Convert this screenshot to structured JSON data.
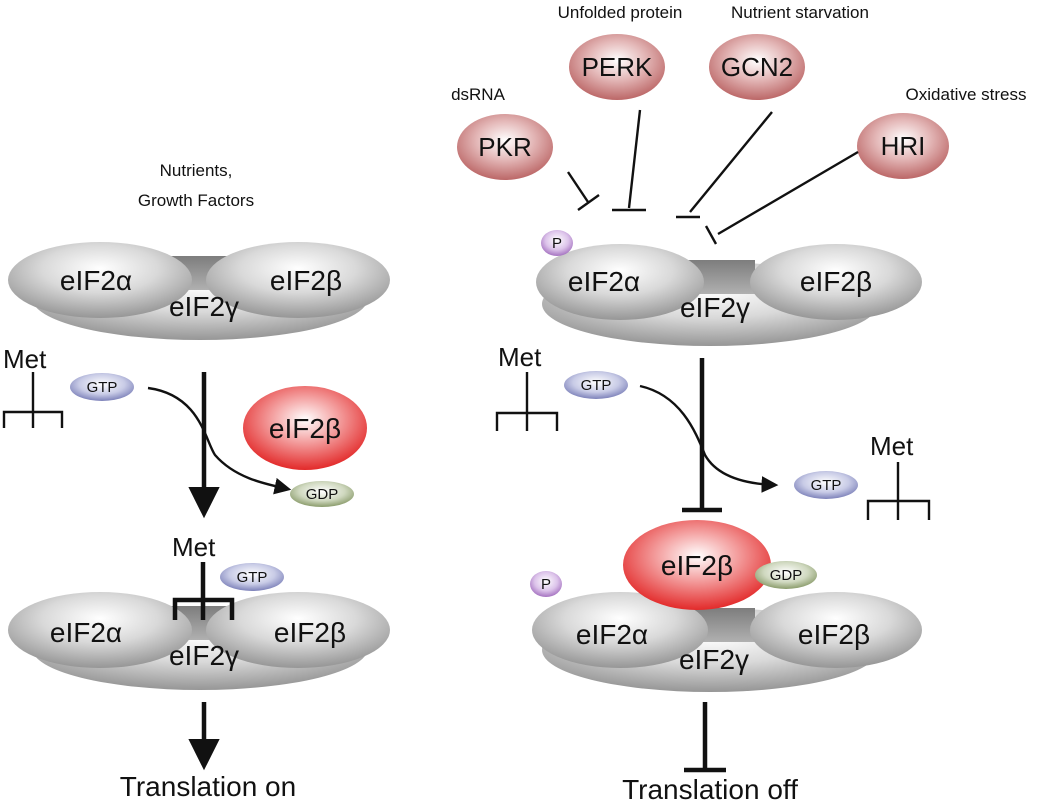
{
  "left": {
    "signal_label_line1": "Nutrients,",
    "signal_label_line2": "Growth Factors",
    "top_complex": {
      "alpha": "eIF2α",
      "beta": "eIF2β",
      "gamma": "eIF2γ"
    },
    "met_label": "Met",
    "gtp_label": "GTP",
    "gdp_label": "GDP",
    "free_factor_label": "eIF2β",
    "bottom_complex": {
      "alpha": "eIF2α",
      "beta": "eIF2β",
      "gamma": "eIF2γ",
      "met": "Met",
      "gtp": "GTP"
    },
    "outcome": "Translation on"
  },
  "right": {
    "kinases": [
      {
        "name": "PKR",
        "stimulus": "dsRNA",
        "color": "#c96d6d"
      },
      {
        "name": "PERK",
        "stimulus": "Unfolded protein",
        "color": "#c96d6d"
      },
      {
        "name": "GCN2",
        "stimulus": "Nutrient starvation",
        "color": "#c96d6d"
      },
      {
        "name": "HRI",
        "stimulus": "Oxidative stress",
        "color": "#c96d6d"
      }
    ],
    "phospho_label": "P",
    "top_complex": {
      "alpha": "eIF2α",
      "beta": "eIF2β",
      "gamma": "eIF2γ"
    },
    "met_label": "Met",
    "gtp_label": "GTP",
    "released_gtp_label": "GTP",
    "released_met_label": "Met",
    "bottom_complex": {
      "alpha": "eIF2α",
      "beta": "eIF2β",
      "gamma": "eIF2γ",
      "bound_factor": "eIF2β",
      "gdp": "GDP",
      "phospho": "P"
    },
    "outcome": "Translation off"
  },
  "colors": {
    "complex_gray": "#9a9a9a",
    "red_factor": "#e02020",
    "gtp_pill": "#7b7fb8",
    "gdp_pill": "#8a9a6a",
    "phospho": "#9a6fb0"
  }
}
